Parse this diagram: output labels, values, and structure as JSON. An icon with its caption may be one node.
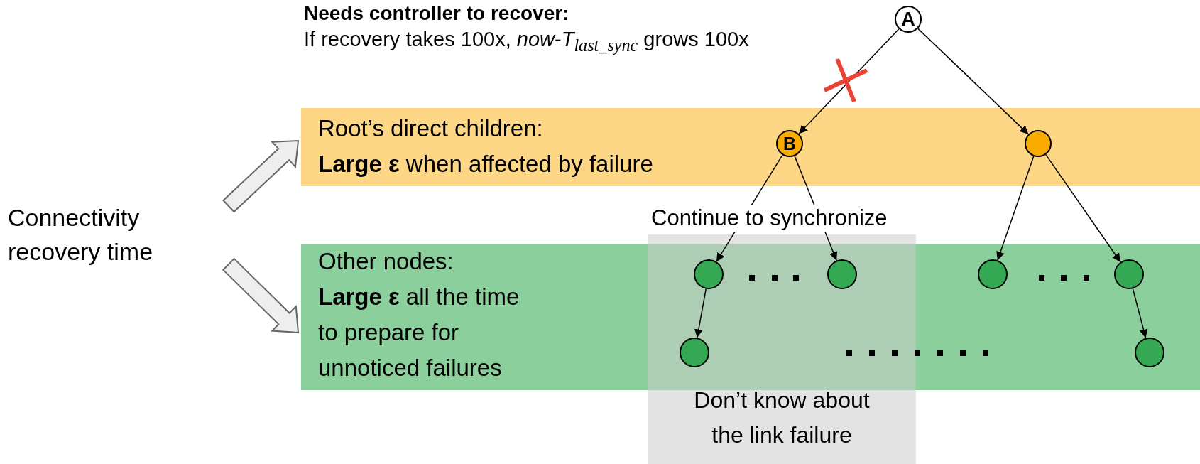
{
  "diagram": {
    "nodes": [
      {
        "text": [
          "Connectivity recovery time"
        ]
      },
      {
        "text": [
          "Root’s direct children:",
          "**Large ε** when affected by failure"
        ]
      },
      {
        "text": [
          "Other nodes:",
          "**Large ε** all the time to prepare for unnoticed failures"
        ]
      },
      {
        "text": [
          "A"
        ]
      },
      {
        "text": [
          "B"
        ],
        "in": 1
      },
      {
        "text": [],
        "shape": "circle",
        "in": 1
      },
      {
        "text": [],
        "shape": "circle",
        "in": 2
      },
      {
        "text": [],
        "shape": "circle",
        "in": 2
      },
      {
        "text": [],
        "shape": "circle",
        "in": 2
      },
      {
        "text": [],
        "shape": "circle",
        "in": 2
      },
      {
        "text": [],
        "shape": "circle",
        "in": 2
      },
      {
        "text": [],
        "shape": "circle",
        "in": 2
      }
    ],
    "edges": [
      {
        "from": 0,
        "to": 1,
        "arrow": "to",
        "style": "thick"
      },
      {
        "from": 0,
        "to": 2,
        "arrow": "to",
        "style": "thick"
      },
      {
        "from": 3,
        "to": 4,
        "arrow": "to"
      },
      {
        "from": 3,
        "to": 5,
        "arrow": "to"
      },
      {
        "from": 4,
        "to": 6,
        "arrow": "to"
      },
      {
        "from": 4,
        "to": 7,
        "arrow": "to"
      },
      {
        "from": 5,
        "to": 8,
        "arrow": "to"
      },
      {
        "from": 5,
        "to": 9,
        "arrow": "to"
      },
      {
        "from": 6,
        "to": 10,
        "arrow": "to"
      },
      {
        "from": 9,
        "to": 11,
        "arrow": "to"
      }
    ],
    "labels": [
      "Needs controller to recover:",
      "If recovery takes 100x, *now*-*T*$_{last_sync}$ grows 100x",
      "Continue to synchronize",
      "Don’t know about the link failure"
    ]
  }
}
